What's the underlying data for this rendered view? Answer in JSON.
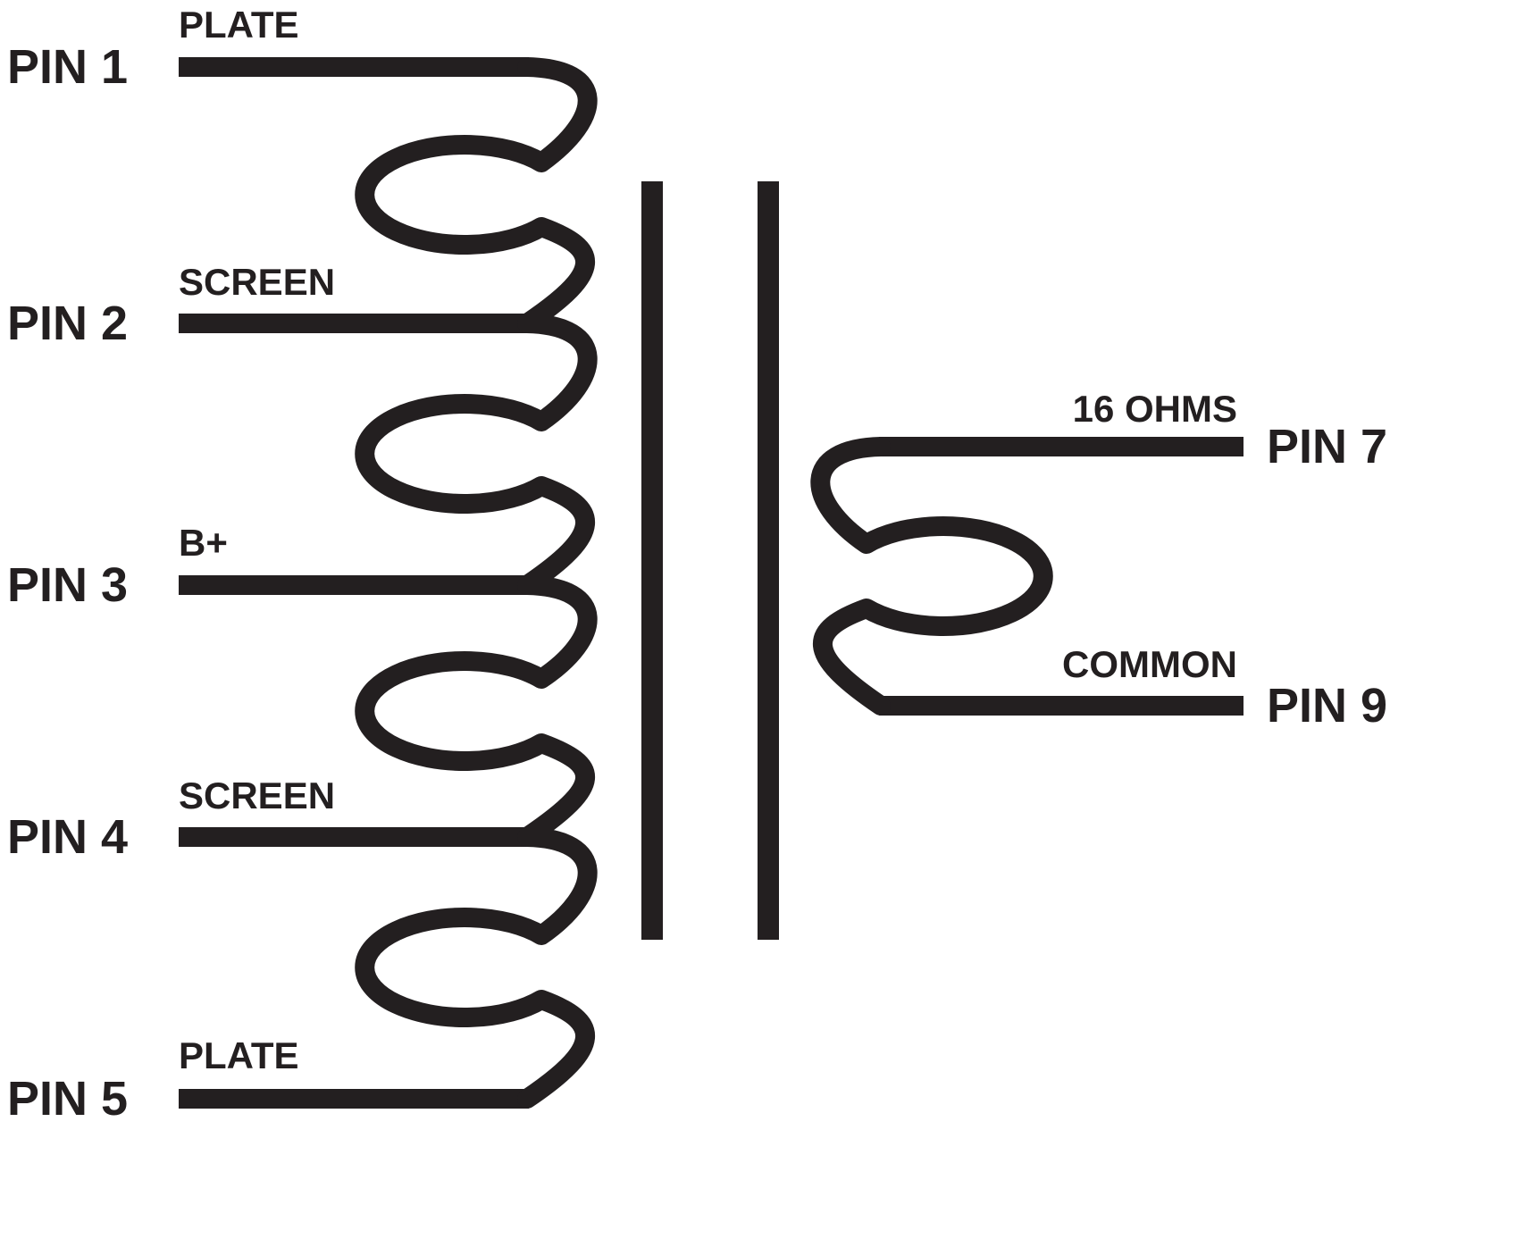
{
  "diagram": {
    "type": "transformer-pinout-schematic",
    "colors": {
      "line": "#231f20",
      "background": "#ffffff"
    },
    "primary_pins": [
      {
        "name": "PIN 1",
        "winding": "PLATE"
      },
      {
        "name": "PIN 2",
        "winding": "SCREEN"
      },
      {
        "name": "PIN 3",
        "winding": "B+"
      },
      {
        "name": "PIN 4",
        "winding": "SCREEN"
      },
      {
        "name": "PIN 5",
        "winding": "PLATE"
      }
    ],
    "secondary_pins": [
      {
        "name": "PIN 7",
        "winding": "16 OHMS"
      },
      {
        "name": "PIN 9",
        "winding": "COMMON"
      }
    ]
  }
}
